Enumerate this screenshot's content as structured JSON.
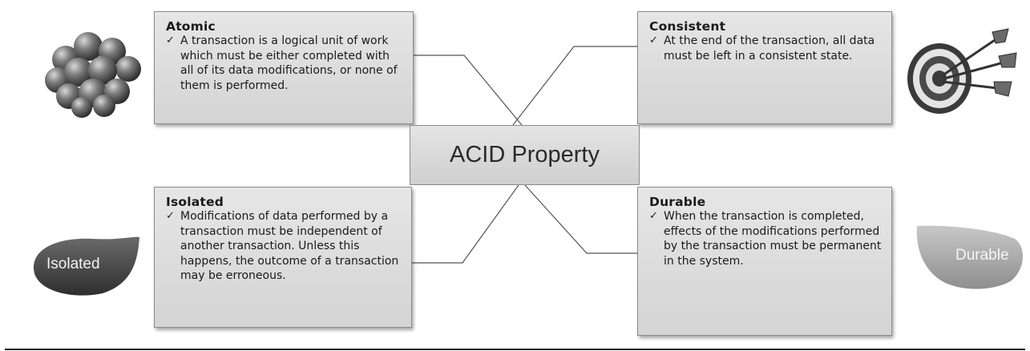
{
  "center": {
    "label": "ACID Property"
  },
  "boxes": {
    "atomic": {
      "title": "Atomic",
      "check": "✓",
      "text": "A transaction is a logical unit of work which must be either completed with all of its data modifications, or none of them is performed."
    },
    "consistent": {
      "title": "Consistent",
      "check": "✓",
      "text": "At the end of the transaction, all data must be left in a consistent state."
    },
    "isolated": {
      "title": "Isolated",
      "check": "✓",
      "text": "Modifications of data performed by a transaction must be independent of another transaction. Unless this happens, the outcome of a transaction may be erroneous."
    },
    "durable": {
      "title": "Durable",
      "check": "✓",
      "text": "When the transaction is completed, effects of the modifications performed by the transaction must be permanent in the system."
    }
  },
  "icons": {
    "atomic": "molecule-cluster-icon",
    "consistent": "target-with-darts-icon",
    "isolated": "isolated-leaf-badge",
    "durable": "durable-leaf-badge"
  },
  "badges": {
    "isolated_label": "Isolated",
    "durable_label": "Durable"
  },
  "colors": {
    "box_fill": "#dcdcdc",
    "box_border": "#8a8a8a",
    "isolated_badge": "#4a4a4a",
    "durable_badge": "#a8a8a8"
  }
}
